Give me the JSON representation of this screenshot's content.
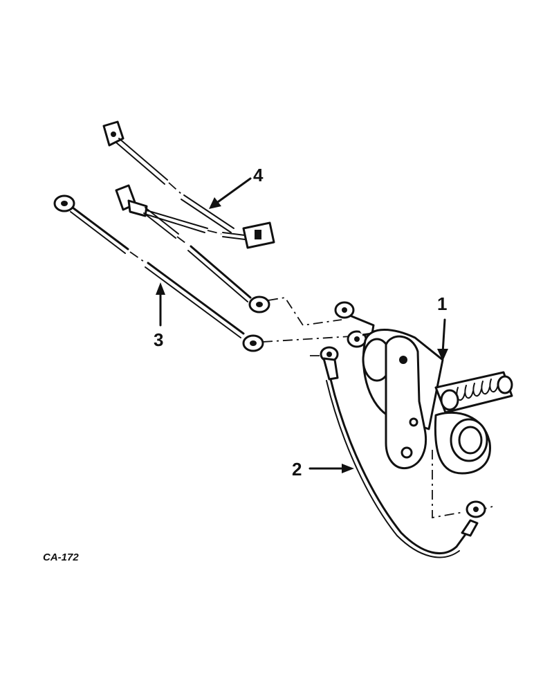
{
  "diagram": {
    "figure_code": "CA-172",
    "callouts": [
      {
        "id": "1",
        "label": "1"
      },
      {
        "id": "2",
        "label": "2"
      },
      {
        "id": "3",
        "label": "3"
      },
      {
        "id": "4",
        "label": "4"
      }
    ]
  }
}
